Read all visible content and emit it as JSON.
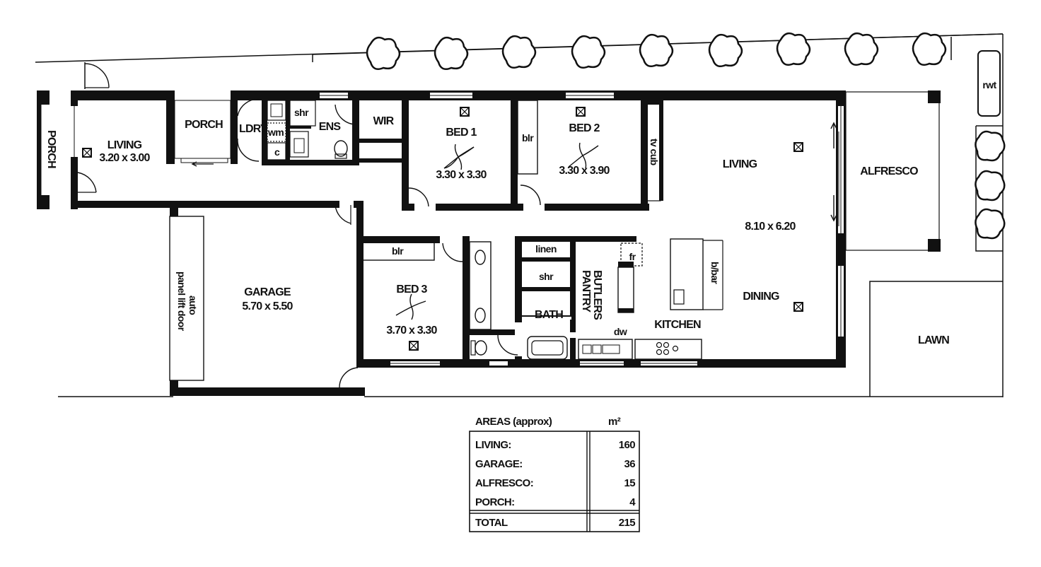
{
  "rooms": {
    "porch_left": "PORCH",
    "living_small": "LIVING",
    "living_small_dim": "3.20 x 3.00",
    "porch_mid": "PORCH",
    "ldry": "LDRY",
    "wm": "wm",
    "c": "c",
    "shr_ens": "shr",
    "ens": "ENS",
    "wir": "WIR",
    "bed1": "BED 1",
    "bed1_dim": "3.30 x 3.30",
    "blr1": "blr",
    "bed2": "BED 2",
    "bed2_dim": "3.30 x 3.90",
    "tv_cub": "tv cub",
    "living_main": "LIVING",
    "living_main_dim": "8.10 x 6.20",
    "alfresco": "ALFRESCO",
    "rwt": "rwt",
    "garage": "GARAGE",
    "garage_dim": "5.70 x 5.50",
    "garage_door_1": "auto",
    "garage_door_2": "panel lift door",
    "blr3": "blr",
    "bed3": "BED 3",
    "bed3_dim": "3.70 x 3.30",
    "linen": "linen",
    "shr_bath": "shr",
    "bath": "BATH",
    "butlers_1": "BUTLERS",
    "butlers_2": "PANTRY",
    "fr": "fr",
    "bbar": "b/bar",
    "dining": "DINING",
    "kitchen": "KITCHEN",
    "dw": "dw",
    "lawn": "LAWN"
  },
  "areas": {
    "heading": "AREAS (approx)",
    "unit": "m²",
    "rows": [
      {
        "label": "LIVING:",
        "value": "160"
      },
      {
        "label": "GARAGE:",
        "value": "36"
      },
      {
        "label": "ALFRESCO:",
        "value": "15"
      },
      {
        "label": "PORCH:",
        "value": "4"
      }
    ],
    "total_label": "TOTAL",
    "total_value": "215"
  }
}
